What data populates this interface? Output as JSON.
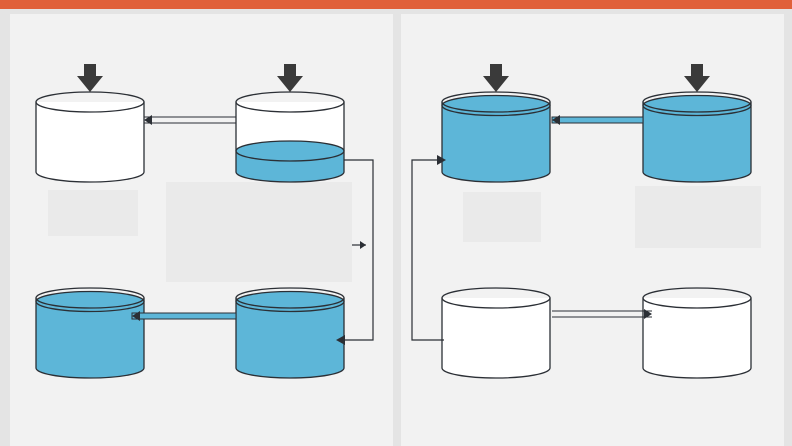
{
  "colors": {
    "accent": "#e0603a",
    "water": "#5db6d8",
    "water_dark": "#3f98bf",
    "outline": "#2b2f35",
    "arrow": "#3a3a3a",
    "panel_bg": "#f2f2f2",
    "page_bg": "#e4e4e4"
  },
  "panels": [
    {
      "id": "left",
      "title": ""
    },
    {
      "id": "right",
      "title": ""
    }
  ],
  "tanks": [
    {
      "id": "left-top-a",
      "fill": 0.0,
      "input_arrow": true
    },
    {
      "id": "left-top-b",
      "fill": 0.3,
      "input_arrow": true
    },
    {
      "id": "left-bottom-a",
      "fill": 0.95,
      "input_arrow": false
    },
    {
      "id": "left-bottom-b",
      "fill": 0.95,
      "input_arrow": false
    },
    {
      "id": "right-top-a",
      "fill": 0.95,
      "input_arrow": true
    },
    {
      "id": "right-top-b",
      "fill": 0.95,
      "input_arrow": true
    },
    {
      "id": "right-bottom-a",
      "fill": 0.0,
      "input_arrow": false
    },
    {
      "id": "right-bottom-b",
      "fill": 0.0,
      "input_arrow": false
    }
  ],
  "flows": [
    {
      "id": "flow-left-top",
      "from": "left-top-b",
      "to": "left-top-a",
      "style": "double-outline"
    },
    {
      "id": "flow-left-bottom",
      "from": "left-bottom-b",
      "to": "left-bottom-a",
      "style": "double-filled"
    },
    {
      "id": "flow-left-connector",
      "from": "left-top-b",
      "to": "left-bottom-b",
      "style": "elbow"
    },
    {
      "id": "flow-right-top",
      "from": "right-top-b",
      "to": "right-top-a",
      "style": "double-filled"
    },
    {
      "id": "flow-right-bottom",
      "from": "right-bottom-a",
      "to": "right-bottom-b",
      "style": "double-outline"
    },
    {
      "id": "flow-right-connector",
      "from": "right-bottom-a",
      "to": "right-top-a",
      "style": "elbow"
    }
  ]
}
